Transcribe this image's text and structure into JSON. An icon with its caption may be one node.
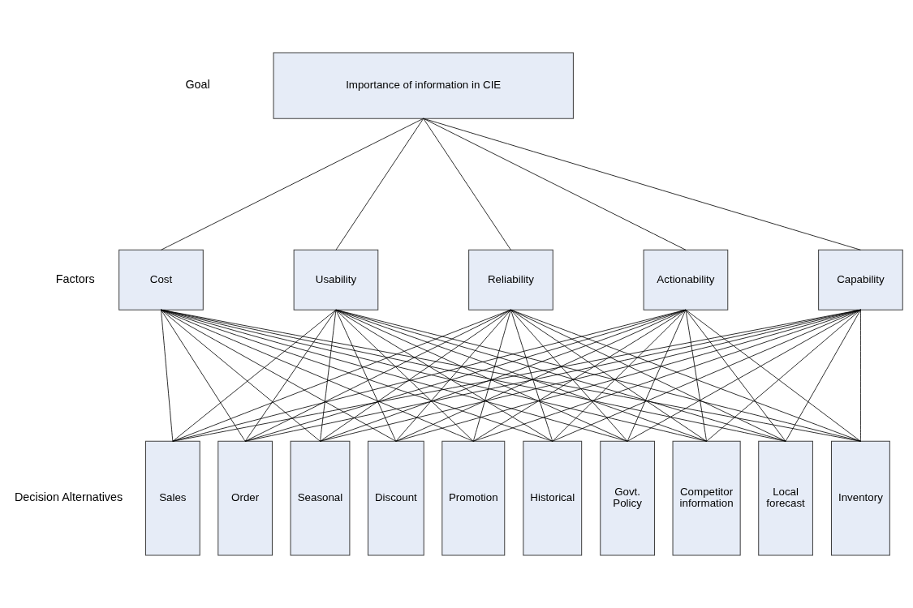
{
  "diagram": {
    "nodes": [
      {
        "text": [
          "Importance of information in CIE"
        ]
      },
      {
        "text": [
          "Cost"
        ]
      },
      {
        "text": [
          "Usability"
        ]
      },
      {
        "text": [
          "Reliability"
        ]
      },
      {
        "text": [
          "Actionability"
        ]
      },
      {
        "text": [
          "Capability"
        ]
      },
      {
        "text": [
          "Sales"
        ]
      },
      {
        "text": [
          "Order"
        ]
      },
      {
        "text": [
          "Seasonal"
        ]
      },
      {
        "text": [
          "Discount"
        ]
      },
      {
        "text": [
          "Promotion"
        ]
      },
      {
        "text": [
          "Historical"
        ]
      },
      {
        "text": [
          "Govt. Policy"
        ]
      },
      {
        "text": [
          "Competitor information"
        ]
      },
      {
        "text": [
          "Local forecast"
        ]
      },
      {
        "text": [
          "Inventory"
        ]
      }
    ],
    "edges": [
      {
        "from": 0,
        "to": 1,
        "arrow": "none"
      },
      {
        "from": 0,
        "to": 2,
        "arrow": "none"
      },
      {
        "from": 0,
        "to": 3,
        "arrow": "none"
      },
      {
        "from": 0,
        "to": 4,
        "arrow": "none"
      },
      {
        "from": 0,
        "to": 5,
        "arrow": "none"
      },
      {
        "from": 1,
        "to": 6,
        "arrow": "none"
      },
      {
        "from": 1,
        "to": 7,
        "arrow": "none"
      },
      {
        "from": 1,
        "to": 8,
        "arrow": "none"
      },
      {
        "from": 1,
        "to": 9,
        "arrow": "none"
      },
      {
        "from": 1,
        "to": 10,
        "arrow": "none"
      },
      {
        "from": 1,
        "to": 11,
        "arrow": "none"
      },
      {
        "from": 1,
        "to": 12,
        "arrow": "none"
      },
      {
        "from": 1,
        "to": 13,
        "arrow": "none"
      },
      {
        "from": 1,
        "to": 14,
        "arrow": "none"
      },
      {
        "from": 1,
        "to": 15,
        "arrow": "none"
      },
      {
        "from": 2,
        "to": 6,
        "arrow": "none"
      },
      {
        "from": 2,
        "to": 7,
        "arrow": "none"
      },
      {
        "from": 2,
        "to": 8,
        "arrow": "none"
      },
      {
        "from": 2,
        "to": 9,
        "arrow": "none"
      },
      {
        "from": 2,
        "to": 10,
        "arrow": "none"
      },
      {
        "from": 2,
        "to": 11,
        "arrow": "none"
      },
      {
        "from": 2,
        "to": 12,
        "arrow": "none"
      },
      {
        "from": 2,
        "to": 13,
        "arrow": "none"
      },
      {
        "from": 2,
        "to": 14,
        "arrow": "none"
      },
      {
        "from": 2,
        "to": 15,
        "arrow": "none"
      },
      {
        "from": 3,
        "to": 6,
        "arrow": "none"
      },
      {
        "from": 3,
        "to": 7,
        "arrow": "none"
      },
      {
        "from": 3,
        "to": 8,
        "arrow": "none"
      },
      {
        "from": 3,
        "to": 9,
        "arrow": "none"
      },
      {
        "from": 3,
        "to": 10,
        "arrow": "none"
      },
      {
        "from": 3,
        "to": 11,
        "arrow": "none"
      },
      {
        "from": 3,
        "to": 12,
        "arrow": "none"
      },
      {
        "from": 3,
        "to": 13,
        "arrow": "none"
      },
      {
        "from": 3,
        "to": 14,
        "arrow": "none"
      },
      {
        "from": 3,
        "to": 15,
        "arrow": "none"
      },
      {
        "from": 4,
        "to": 6,
        "arrow": "none"
      },
      {
        "from": 4,
        "to": 7,
        "arrow": "none"
      },
      {
        "from": 4,
        "to": 8,
        "arrow": "none"
      },
      {
        "from": 4,
        "to": 9,
        "arrow": "none"
      },
      {
        "from": 4,
        "to": 10,
        "arrow": "none"
      },
      {
        "from": 4,
        "to": 11,
        "arrow": "none"
      },
      {
        "from": 4,
        "to": 12,
        "arrow": "none"
      },
      {
        "from": 4,
        "to": 13,
        "arrow": "none"
      },
      {
        "from": 4,
        "to": 14,
        "arrow": "none"
      },
      {
        "from": 4,
        "to": 15,
        "arrow": "none"
      },
      {
        "from": 5,
        "to": 6,
        "arrow": "none"
      },
      {
        "from": 5,
        "to": 7,
        "arrow": "none"
      },
      {
        "from": 5,
        "to": 8,
        "arrow": "none"
      },
      {
        "from": 5,
        "to": 9,
        "arrow": "none"
      },
      {
        "from": 5,
        "to": 10,
        "arrow": "none"
      },
      {
        "from": 5,
        "to": 11,
        "arrow": "none"
      },
      {
        "from": 5,
        "to": 12,
        "arrow": "none"
      },
      {
        "from": 5,
        "to": 13,
        "arrow": "none"
      },
      {
        "from": 5,
        "to": 14,
        "arrow": "none"
      },
      {
        "from": 5,
        "to": 15,
        "arrow": "none"
      }
    ],
    "labels": [
      "Goal",
      "Factors",
      "Decision Alternatives"
    ]
  }
}
